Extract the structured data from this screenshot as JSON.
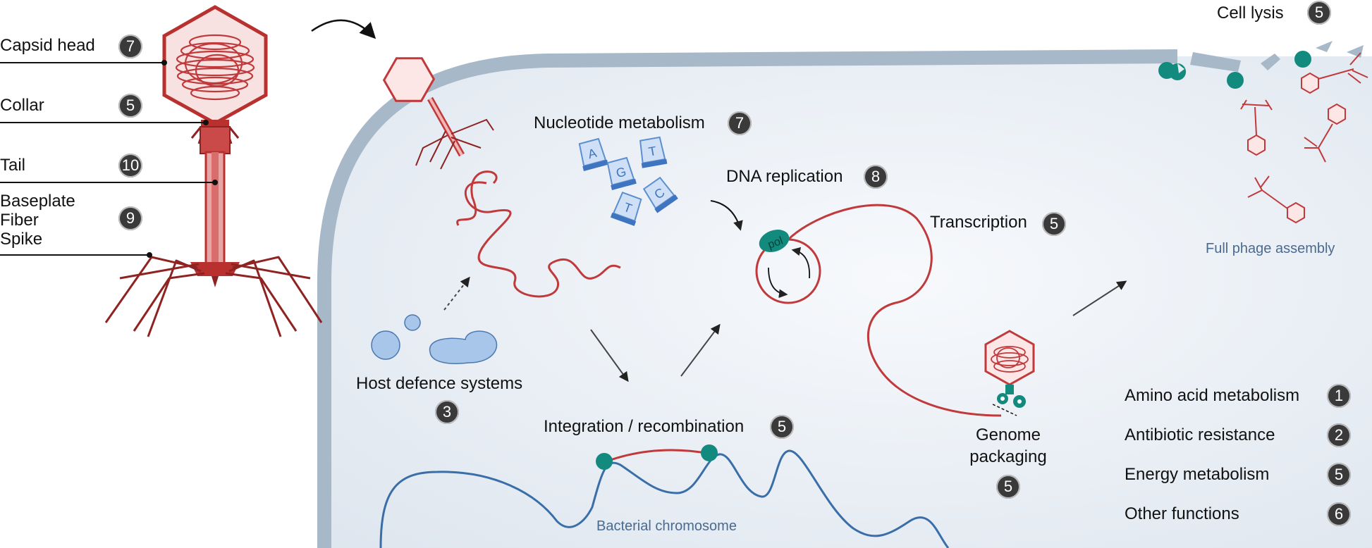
{
  "anatomy": {
    "capsid_head": {
      "label": "Capsid head",
      "count": "7"
    },
    "collar": {
      "label": "Collar",
      "count": "5"
    },
    "tail": {
      "label": "Tail",
      "count": "10"
    },
    "baseplate_fiber_spike": {
      "labels": [
        "Baseplate",
        "Fiber",
        "Spike"
      ],
      "count": "9"
    }
  },
  "stages": {
    "nucleotide": {
      "label": "Nucleotide metabolism",
      "count": "7"
    },
    "dna_replication": {
      "label": "DNA replication",
      "count": "8"
    },
    "transcription": {
      "label": "Transcription",
      "count": "5"
    },
    "host_defence": {
      "label": "Host defence systems",
      "count": "3"
    },
    "integration": {
      "label": "Integration / recombination",
      "count": "5"
    },
    "genome_packaging": {
      "label_line1": "Genome",
      "label_line2": "packaging",
      "count": "5"
    },
    "cell_lysis": {
      "label": "Cell lysis",
      "count": "5"
    },
    "full_assembly": {
      "label": "Full phage assembly"
    },
    "chromosome": {
      "label": "Bacterial chromosome"
    },
    "polymerase": {
      "label": "pol"
    },
    "nucleotides": [
      "A",
      "G",
      "T",
      "T",
      "C"
    ]
  },
  "legend": [
    {
      "label": "Amino acid metabolism",
      "count": "1"
    },
    {
      "label": "Antibiotic resistance",
      "count": "2"
    },
    {
      "label": "Energy metabolism",
      "count": "5"
    },
    {
      "label": "Other functions",
      "count": "6"
    }
  ],
  "colors": {
    "phage_red": "#c0393b",
    "phage_fill": "#f6dcdc",
    "cell_wall": "#a7b8c8",
    "cytoplasm": "#eef2f7",
    "chromosome_blue": "#3a6ea8",
    "enzyme_teal": "#138a7e",
    "nucleotide_blue": "#5b8fd0",
    "badge_dark": "#3a3a3a"
  }
}
